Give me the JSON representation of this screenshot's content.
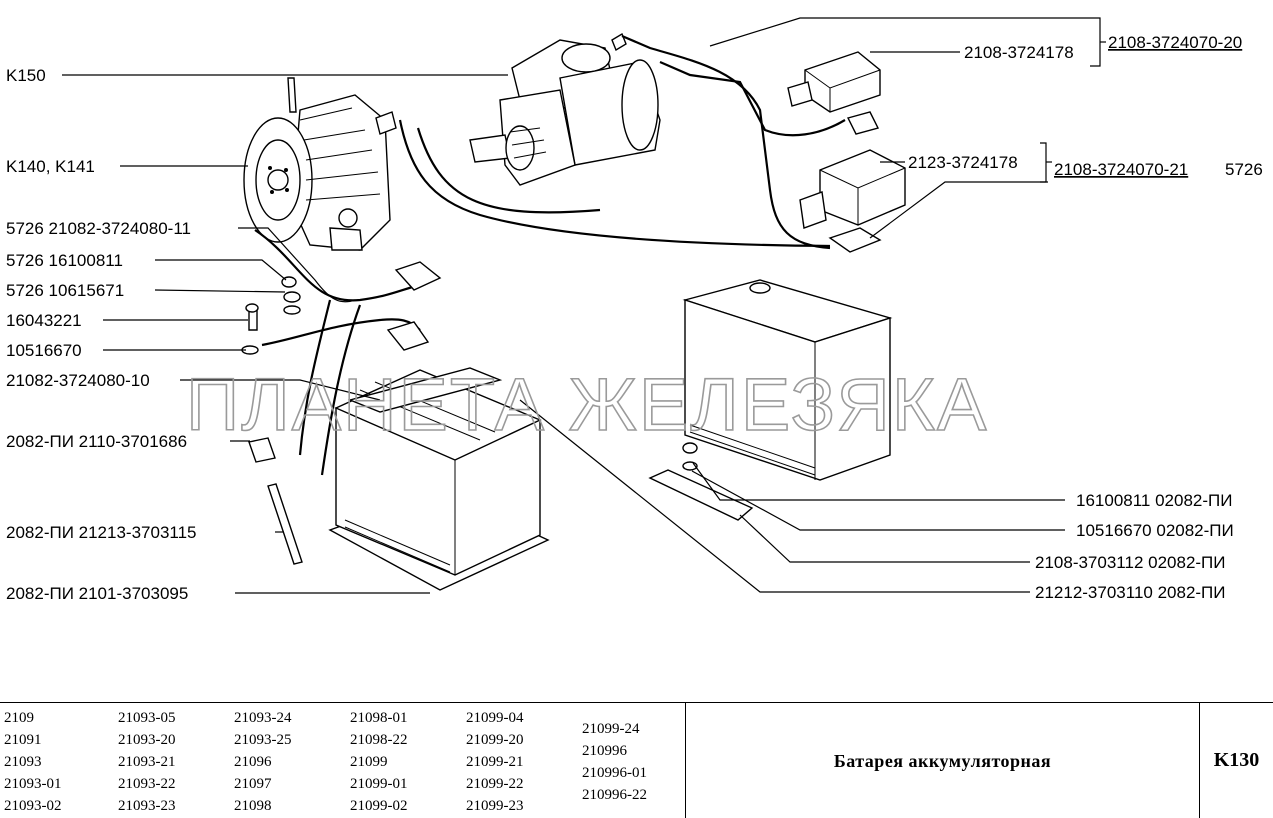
{
  "labels_left": {
    "k150": "K150",
    "k140": "K140, K141",
    "l1": "5726  21082-3724080-11",
    "l2": "5726  16100811",
    "l3": "5726  10615671",
    "l4": "16043221",
    "l5": "10516670",
    "l6": "21082-3724080-10",
    "l7": "2082-ПИ  2110-3701686",
    "l8": "2082-ПИ  21213-3703115",
    "l9": "2082-ПИ  2101-3703095"
  },
  "labels_right": {
    "r1": "2108-3724178",
    "r1_group": "2108-3724070-20",
    "r2": "2123-3724178",
    "r2_group": "2108-3724070-21",
    "r2_suffix": "5726",
    "r3": "16100811  02082-ПИ",
    "r4": "10516670  02082-ПИ",
    "r5": "2108-3703112  02082-ПИ",
    "r6": "21212-3703110  2082-ПИ"
  },
  "watermark": "ПЛАНЕТА ЖЕЛЕЗЯКА",
  "footer": {
    "models": [
      [
        "2109",
        "21091",
        "21093",
        "21093-01",
        "21093-02"
      ],
      [
        "21093-05",
        "21093-20",
        "21093-21",
        "21093-22",
        "21093-23"
      ],
      [
        "21093-24",
        "21093-25",
        "21096",
        "21097",
        "21098"
      ],
      [
        "21098-01",
        "21098-22",
        "21099",
        "21099-01",
        "21099-02"
      ],
      [
        "21099-04",
        "21099-20",
        "21099-21",
        "21099-22",
        "21099-23"
      ],
      [
        "21099-24",
        "210996",
        "210996-01",
        "210996-22"
      ]
    ],
    "title": "Батарея аккумуляторная",
    "code": "K130"
  }
}
